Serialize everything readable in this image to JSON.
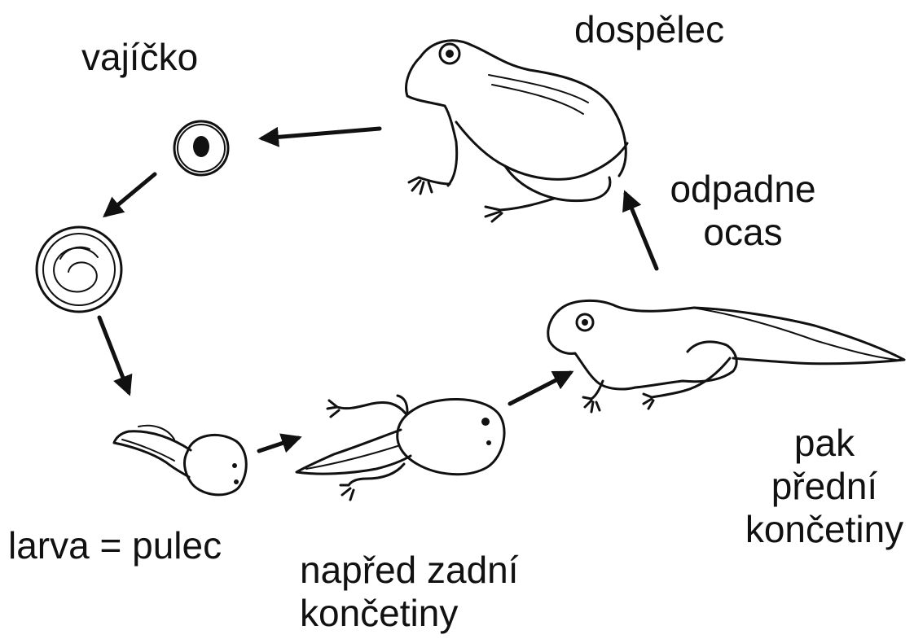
{
  "labels": {
    "egg": "vajíčko",
    "adult": "dospělec",
    "tail": [
      "odpadne",
      "ocas"
    ],
    "larva": "larva = pulec",
    "hind": [
      "napřed zadní",
      "končetiny"
    ],
    "front": [
      "pak",
      "přední",
      "končetiny"
    ]
  },
  "colors": {
    "ink": "#111111",
    "background": "#ffffff"
  }
}
